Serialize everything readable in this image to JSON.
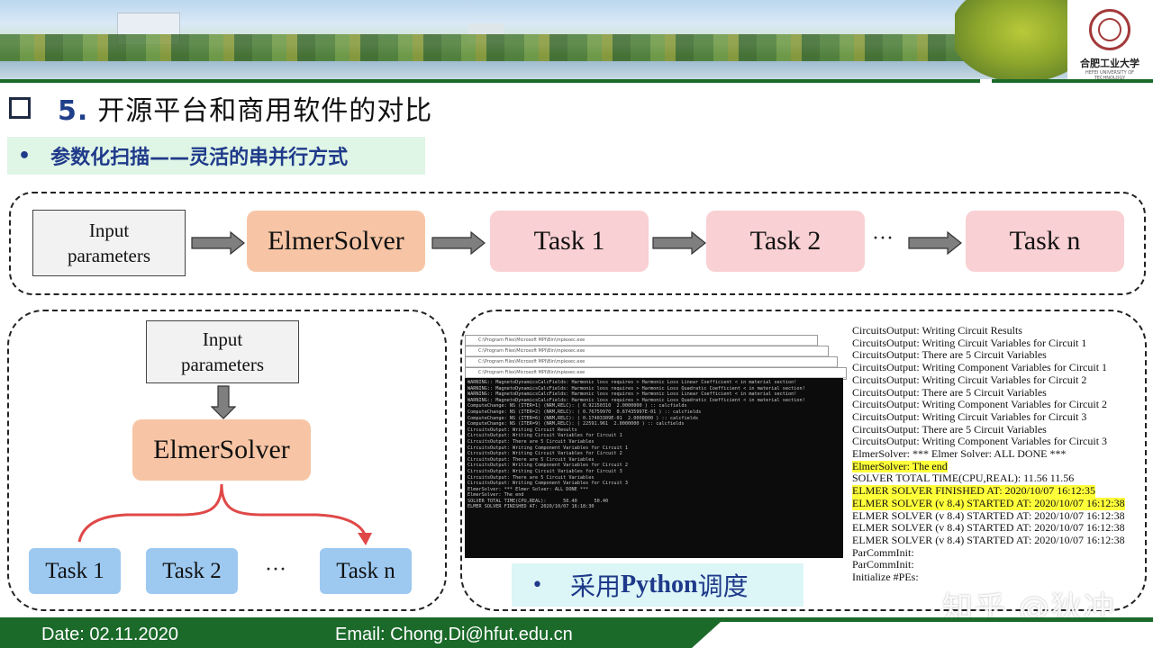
{
  "header": {
    "logo_text": "合肥工业大学",
    "logo_sub": "HEFEI UNIVERSITY OF TECHNOLOGY"
  },
  "title": {
    "number": "5.",
    "text": "开源平台和商用软件的对比"
  },
  "subtitle": {
    "bullet": "•",
    "text": "参数化扫描——灵活的串并行方式"
  },
  "serial_flow": {
    "input_line1": "Input",
    "input_line2": "parameters",
    "solver": "ElmerSolver",
    "task1": "Task  1",
    "task2": "Task  2",
    "dots": "···",
    "taskn": "Task  n"
  },
  "parallel_flow": {
    "input_line1": "Input",
    "input_line2": "parameters",
    "solver": "ElmerSolver",
    "task1": "Task  1",
    "task2": "Task  2",
    "dots": "···",
    "taskn": "Task  n"
  },
  "console": {
    "window_title": "C:\\Program Files\\Microsoft MPI\\Bin\\mpiexec.exe",
    "lines": [
      "WARNING:: MagnetoDynamicsCalcFields: Harmonic loss requires > Harmonic Loss Linear Coefficient < in material section!",
      "WARNING:: MagnetoDynamicsCalcFields: Harmonic loss requires > Harmonic Loss Quadratic Coefficient < in material section!",
      "WARNING:: MagnetoDynamicsCalcFields: Harmonic loss requires > Harmonic Loss Linear Coefficient < in material section!",
      "WARNING:: MagnetoDynamicsCalcFields: Harmonic loss requires > Harmonic Loss Quadratic Coefficient < in material section!",
      "ComputeChange: NS (ITER=1) (NRM,RELC): ( 0.92150310  2.0000000 ) :: calcfields",
      "ComputeChange: NS (ITER=2) (NRM,RELC): ( 0.76759970  0.67435997E-01 ) :: calcfields",
      "ComputeChange: NS (ITER=6) (NRM,RELC): ( 0.17403309E-01  2.0000000 ) :: calcfields",
      "ComputeChange: NS (ITER=9) (NRM,RELC): ( 22591.961  2.0000000 ) :: calcfields",
      "CircuitsOutput: Writing Circuit Results",
      "CircuitsOutput: Writing Circuit Variables for Circuit 1",
      "CircuitsOutput: There are 5 Circuit Variables",
      "CircuitsOutput: Writing Component Variables for Circuit 1",
      "CircuitsOutput: Writing Circuit Variables for Circuit 2",
      "CircuitsOutput: There are 5 Circuit Variables",
      "CircuitsOutput: Writing Component Variables for Circuit 2",
      "CircuitsOutput: Writing Circuit Variables for Circuit 3",
      "CircuitsOutput: There are 5 Circuit Variables",
      "CircuitsOutput: Writing Component Variables for Circuit 3",
      "ElmerSolver: *** Elmer Solver: ALL DONE ***",
      "ElmerSolver: The end",
      "SOLVER TOTAL TIME(CPU,REAL):      50.40      50.40",
      "ELMER SOLVER FINISHED AT: 2020/10/07 16:18:30"
    ]
  },
  "log": {
    "lines": [
      {
        "text": "CircuitsOutput: Writing Circuit Results",
        "hl": false
      },
      {
        "text": "CircuitsOutput: Writing Circuit Variables for Circuit 1",
        "hl": false
      },
      {
        "text": "CircuitsOutput: There are 5 Circuit Variables",
        "hl": false
      },
      {
        "text": "CircuitsOutput: Writing Component Variables for Circuit 1",
        "hl": false
      },
      {
        "text": "CircuitsOutput: Writing Circuit Variables for Circuit 2",
        "hl": false
      },
      {
        "text": "CircuitsOutput: There are 5 Circuit Variables",
        "hl": false
      },
      {
        "text": "CircuitsOutput: Writing Component Variables for Circuit 2",
        "hl": false
      },
      {
        "text": "CircuitsOutput: Writing Circuit Variables for Circuit 3",
        "hl": false
      },
      {
        "text": "CircuitsOutput: There are 5 Circuit Variables",
        "hl": false
      },
      {
        "text": "CircuitsOutput: Writing Component Variables for Circuit 3",
        "hl": false
      },
      {
        "text": "ElmerSolver: *** Elmer Solver: ALL DONE ***",
        "hl": false
      },
      {
        "text": "ElmerSolver: The end",
        "hl": true
      },
      {
        "text": "SOLVER TOTAL TIME(CPU,REAL):        11.56       11.56",
        "hl": false
      },
      {
        "text": "ELMER SOLVER FINISHED AT: 2020/10/07 16:12:35",
        "hl": true
      },
      {
        "text": " ",
        "hl": false
      },
      {
        "text": "ELMER SOLVER (v 8.4) STARTED AT: 2020/10/07 16:12:38",
        "hl": true
      },
      {
        "text": "ELMER SOLVER (v 8.4) STARTED AT: 2020/10/07 16:12:38",
        "hl": false
      },
      {
        "text": "ELMER SOLVER (v 8.4) STARTED AT: 2020/10/07 16:12:38",
        "hl": false
      },
      {
        "text": "ELMER SOLVER (v 8.4) STARTED AT: 2020/10/07 16:12:38",
        "hl": false
      },
      {
        "text": "ParCommInit:",
        "hl": false
      },
      {
        "text": "ParCommInit:",
        "hl": false
      },
      {
        "text": " Initialize #PEs:",
        "hl": false
      }
    ]
  },
  "python_box": {
    "bullet": "•",
    "prefix": "采用",
    "python": "Python",
    "suffix": "调度"
  },
  "watermark": "知乎 @狄冲",
  "footer": {
    "date": "Date: 02.11.2020",
    "email": "Email: Chong.Di@hfut.edu.cn"
  }
}
